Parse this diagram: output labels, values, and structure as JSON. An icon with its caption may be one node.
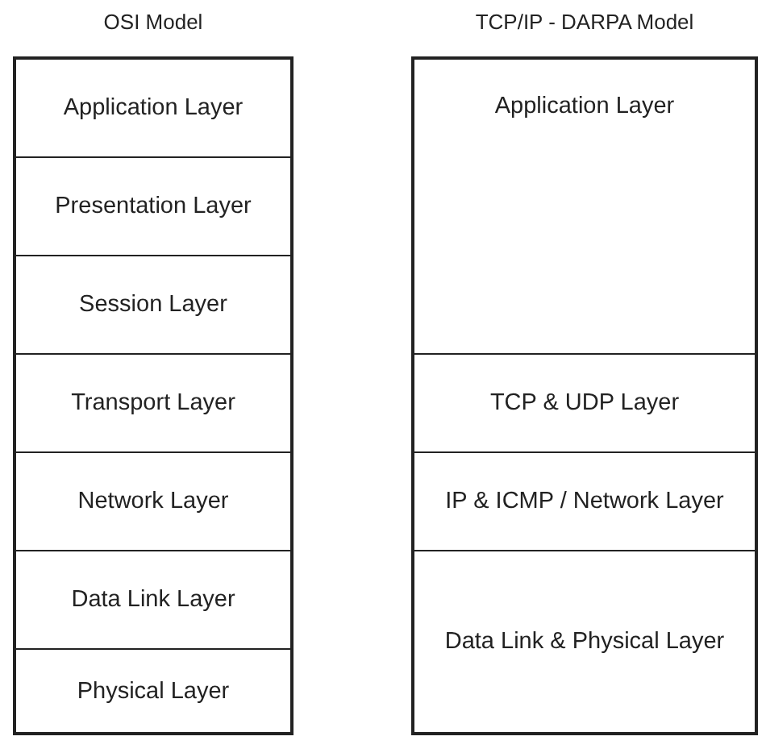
{
  "diagram": {
    "nodes": [
      {
        "text": [
          "OSI Model"
        ]
      },
      {
        "text": [
          "Application Layer"
        ],
        "in": 0
      },
      {
        "text": [
          "Presentation Layer"
        ],
        "in": 0
      },
      {
        "text": [
          "Session Layer"
        ],
        "in": 0
      },
      {
        "text": [
          "Transport Layer"
        ],
        "in": 0
      },
      {
        "text": [
          "Network Layer"
        ],
        "in": 0
      },
      {
        "text": [
          "Data Link Layer"
        ],
        "in": 0
      },
      {
        "text": [
          "Physical Layer"
        ],
        "in": 0
      },
      {
        "text": [
          "TCP/IP - DARPA Model"
        ]
      },
      {
        "text": [
          "Application Layer"
        ],
        "in": 8
      },
      {
        "text": [
          "TCP & UDP Layer"
        ],
        "in": 8
      },
      {
        "text": [
          "IP & ICMP / Network Layer"
        ],
        "in": 8
      },
      {
        "text": [
          "Data Link & Physical Layer"
        ],
        "in": 8
      }
    ]
  }
}
